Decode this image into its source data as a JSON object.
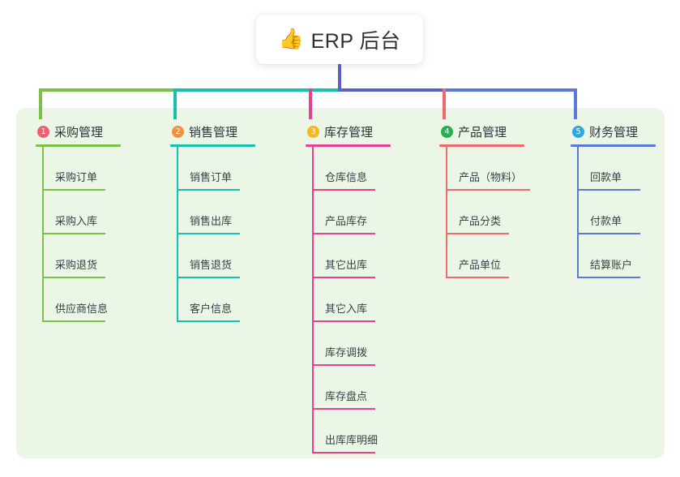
{
  "root": {
    "icon": "thumbs-up-icon",
    "emoji": "👍",
    "title": "ERP 后台"
  },
  "colors": {
    "board_bg": "#ecf6e6",
    "root_stem": "#5b5fc7",
    "segment_green": "#7cc04a",
    "segment_teal": "#18bfae",
    "segment_purple": "#5b5fc7",
    "segment_blue": "#5b79d6",
    "drop_green": "#7cc04a",
    "drop_teal": "#18bfae",
    "drop_pink": "#e8418f",
    "drop_red": "#ef6a6a",
    "drop_blue": "#5b79d6"
  },
  "columns": [
    {
      "index": "1",
      "badge_color": "#f25f6e",
      "line_color": "#7cc04a",
      "title": "采购管理",
      "items": [
        "采购订单",
        "采购入库",
        "采购退货",
        "供应商信息"
      ]
    },
    {
      "index": "2",
      "badge_color": "#f4903a",
      "line_color": "#18bfae",
      "title": "销售管理",
      "items": [
        "销售订单",
        "销售出库",
        "销售退货",
        "客户信息"
      ]
    },
    {
      "index": "3",
      "badge_color": "#f6b91b",
      "line_color": "#e8418f",
      "title": "库存管理",
      "items": [
        "仓库信息",
        "产品库存",
        "其它出库",
        "其它入库",
        "库存调拨",
        "库存盘点",
        "出库库明细"
      ]
    },
    {
      "index": "4",
      "badge_color": "#20b24c",
      "line_color": "#ef6a6a",
      "title": "产品管理",
      "items": [
        "产品（物料）",
        "产品分类",
        "产品单位"
      ]
    },
    {
      "index": "5",
      "badge_color": "#29abe2",
      "line_color": "#5b79d6",
      "title": "财务管理",
      "items": [
        "回款单",
        "付款单",
        "结算账户"
      ]
    }
  ]
}
